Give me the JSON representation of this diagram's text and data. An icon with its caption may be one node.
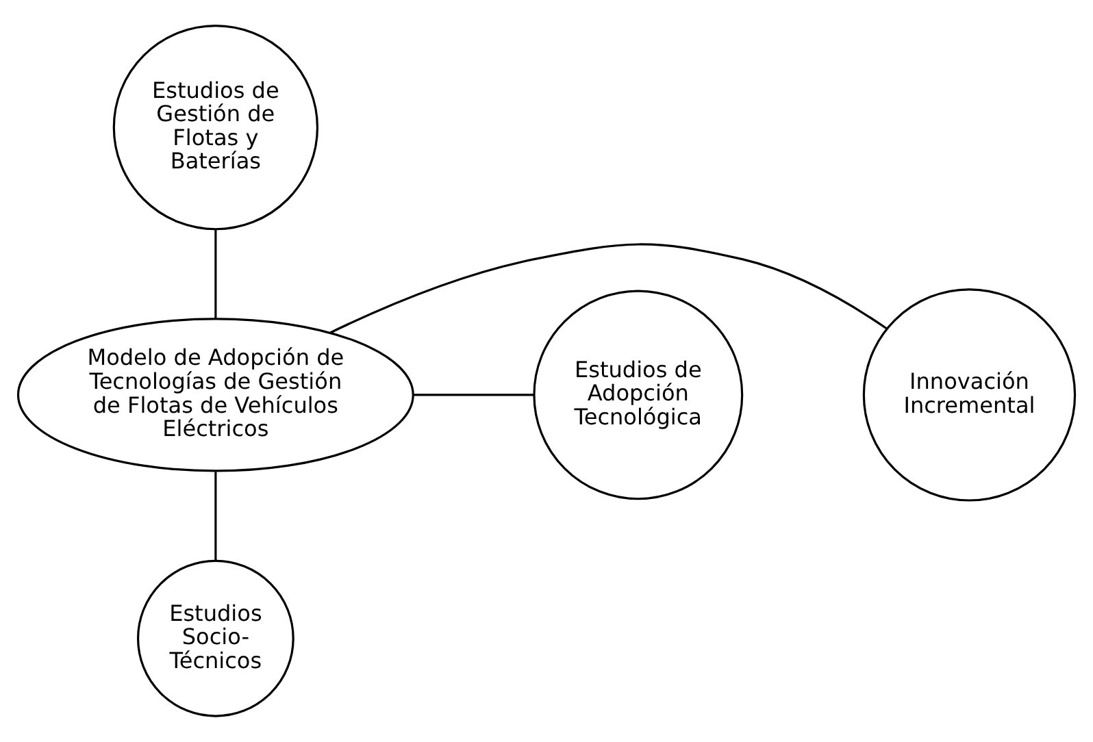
{
  "diagram": {
    "nodes": [
      {
        "text": [
          "Modelo de Adopción de Tecnologías de Gestión de Flotas de Vehículos Eléctricos"
        ]
      },
      {
        "text": [
          "Estudios de Gestión de Flotas y Baterías"
        ]
      },
      {
        "text": [
          "Innovación Incremental"
        ]
      },
      {
        "text": [
          "Estudios de Adopción Tecnológica"
        ]
      },
      {
        "text": [
          "Estudios Socio-Técnicos"
        ]
      }
    ],
    "edges": [
      {
        "from": 0,
        "to": 1,
        "arrow": "none"
      },
      {
        "from": 0,
        "to": 2,
        "arrow": "none"
      },
      {
        "from": 0,
        "to": 3,
        "arrow": "none"
      },
      {
        "from": 0,
        "to": 4,
        "arrow": "none"
      }
    ]
  }
}
